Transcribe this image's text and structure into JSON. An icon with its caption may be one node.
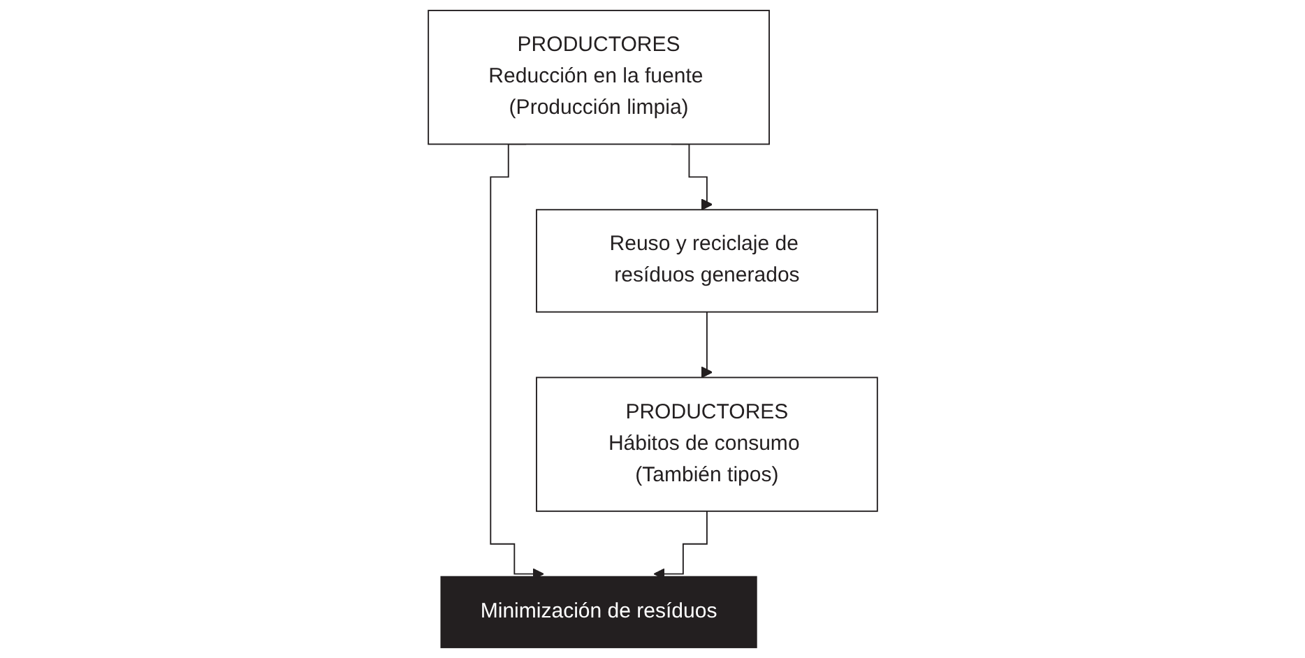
{
  "diagram": {
    "nodes": [
      {
        "text": [
          "Minimización de resíduos"
        ]
      },
      {
        "text": [
          "PRODUCTORES",
          "Reducción en la fuente (Producción limpia)"
        ]
      },
      {
        "text": [
          "PRODUCTORES",
          "Hábitos de consumo (También tipos)"
        ]
      },
      {
        "text": [
          "Reuso y reciclaje de resíduos generados"
        ]
      }
    ],
    "edges": [
      {
        "from": 1,
        "to": 0,
        "arrow": "to"
      },
      {
        "from": 2,
        "to": 0,
        "arrow": "to"
      },
      {
        "from": 1,
        "to": 3,
        "arrow": "to"
      },
      {
        "from": 3,
        "to": 2,
        "arrow": "to"
      }
    ]
  }
}
